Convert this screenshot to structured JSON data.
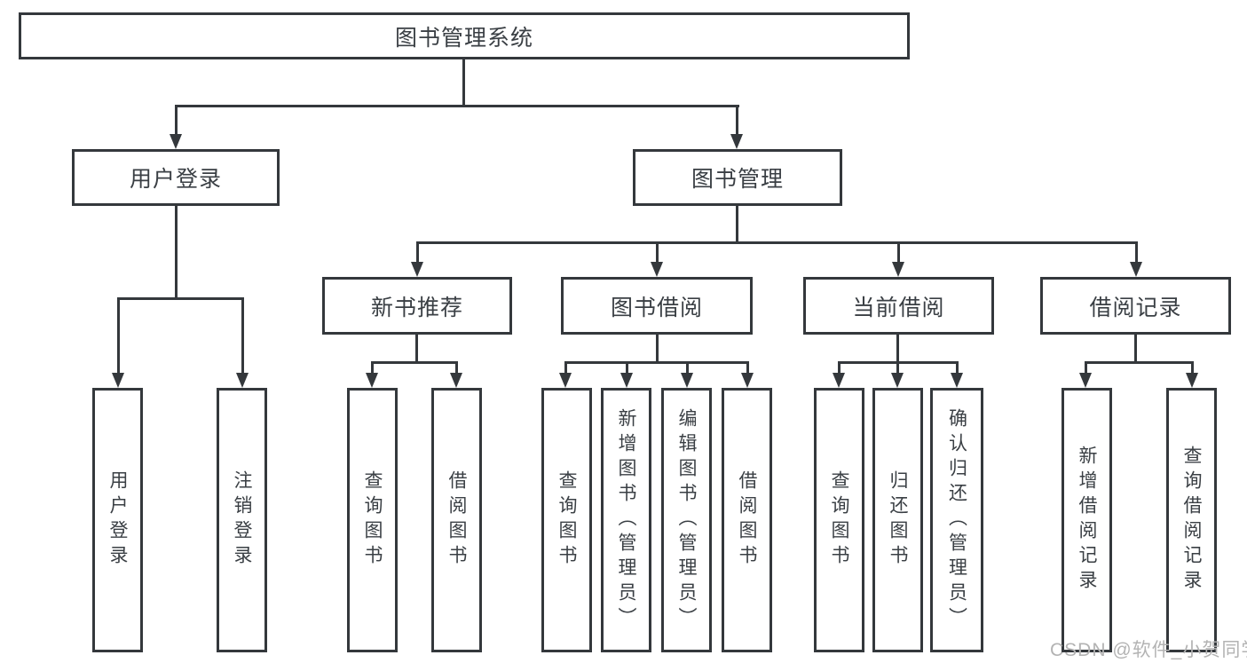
{
  "diagram": {
    "title": "图书管理系统",
    "level2": {
      "user_login": "用户登录",
      "book_management": "图书管理"
    },
    "level3": {
      "new_book_recommend": "新书推荐",
      "book_borrow": "图书借阅",
      "current_borrow": "当前借阅",
      "borrow_records": "借阅记录"
    },
    "leaves": {
      "user_login": "用户登录",
      "logout": "注销登录",
      "nb_query_book": "查询图书",
      "nb_borrow_book": "借阅图书",
      "bb_query_book": "查询图书",
      "bb_add_book_admin": "新增图书（管理员）",
      "bb_edit_book_admin": "编辑图书（管理员）",
      "bb_borrow_book": "借阅图书",
      "cb_query_book": "查询图书",
      "cb_return_book": "归还图书",
      "cb_confirm_return_admin": "确认归还（管理员）",
      "br_add_record": "新增借阅记录",
      "br_query_record": "查询借阅记录"
    },
    "watermark": "CSDN @软件_小贺同学",
    "colors": {
      "line": "#34383c",
      "text": "#3a3f44",
      "watermark": "#b3b3b3",
      "background": "#ffffff"
    }
  }
}
